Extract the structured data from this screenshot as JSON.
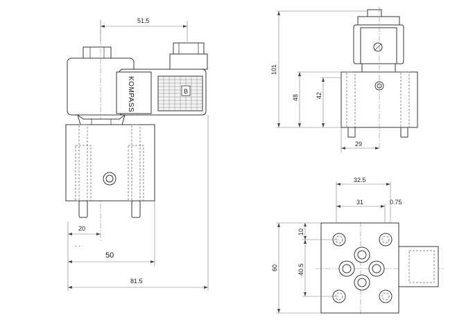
{
  "brand_label": "KOMPASS",
  "connector_badge": "B",
  "front_view": {
    "dims": {
      "top_width": "51.5",
      "offset": "20",
      "body_width": "50",
      "overall_width": "81.5",
      "tiny_mark": ". ."
    }
  },
  "side_view": {
    "dims": {
      "height_total": "101",
      "height_body": "48",
      "height_inner": "42",
      "width_bottom": "29"
    }
  },
  "bottom_view": {
    "dims": {
      "top_span": "32.5",
      "inner_span": "31",
      "tol": "0.75",
      "top_offset": "10",
      "port_span": "40.5",
      "height": "60"
    }
  }
}
